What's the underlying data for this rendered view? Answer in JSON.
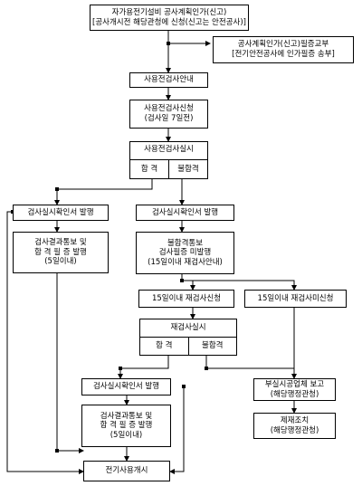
{
  "nodes": {
    "start_line1": "자가용전기설비  공사계획인가(신고)",
    "start_line2": "[공사개시전  해당관청에  신청(신고는  안전공사)]",
    "cert_line1": "공사계획인가(신고)필증교부",
    "cert_line2": "[전기안전공사에  인가필증  송부]",
    "guide": "사용전검사안내",
    "apply_line1": "사용전검사신청",
    "apply_line2": "(검사일  7일전)",
    "inspect_title": "사용전검사실시",
    "pass": "합  격",
    "fail": "불합격",
    "left_confirm": "검사실시확인서  발행",
    "left_notify_line1": "검사결과통보  및",
    "left_notify_line2": "합  격  필  증  발행",
    "left_notify_line3": "(5일이내)",
    "mid_confirm": "검사실시확인서  발행",
    "fail_notify_line1": "불합격통보",
    "fail_notify_line2": "검사필증  미발행",
    "fail_notify_line3": "(15일이내  재검사안내)",
    "reapply": "15일이내  재검사신청",
    "no_reapply": "15일이내  재검사미신청",
    "reinspect_title": "재검사실시",
    "re_pass": "합   격",
    "re_fail": "불합격",
    "re_confirm": "검사실시확인서  발행",
    "re_notify_line1": "검사결과통보  및",
    "re_notify_line2": "합  격  필  증  발행",
    "re_notify_line3": "(5일이내)",
    "report_line1": "부실시공업체  보고",
    "report_line2": "(해당행정관청)",
    "sanction_line1": "제재조치",
    "sanction_line2": "(해당행정관청)",
    "end": "전기사용개시"
  }
}
